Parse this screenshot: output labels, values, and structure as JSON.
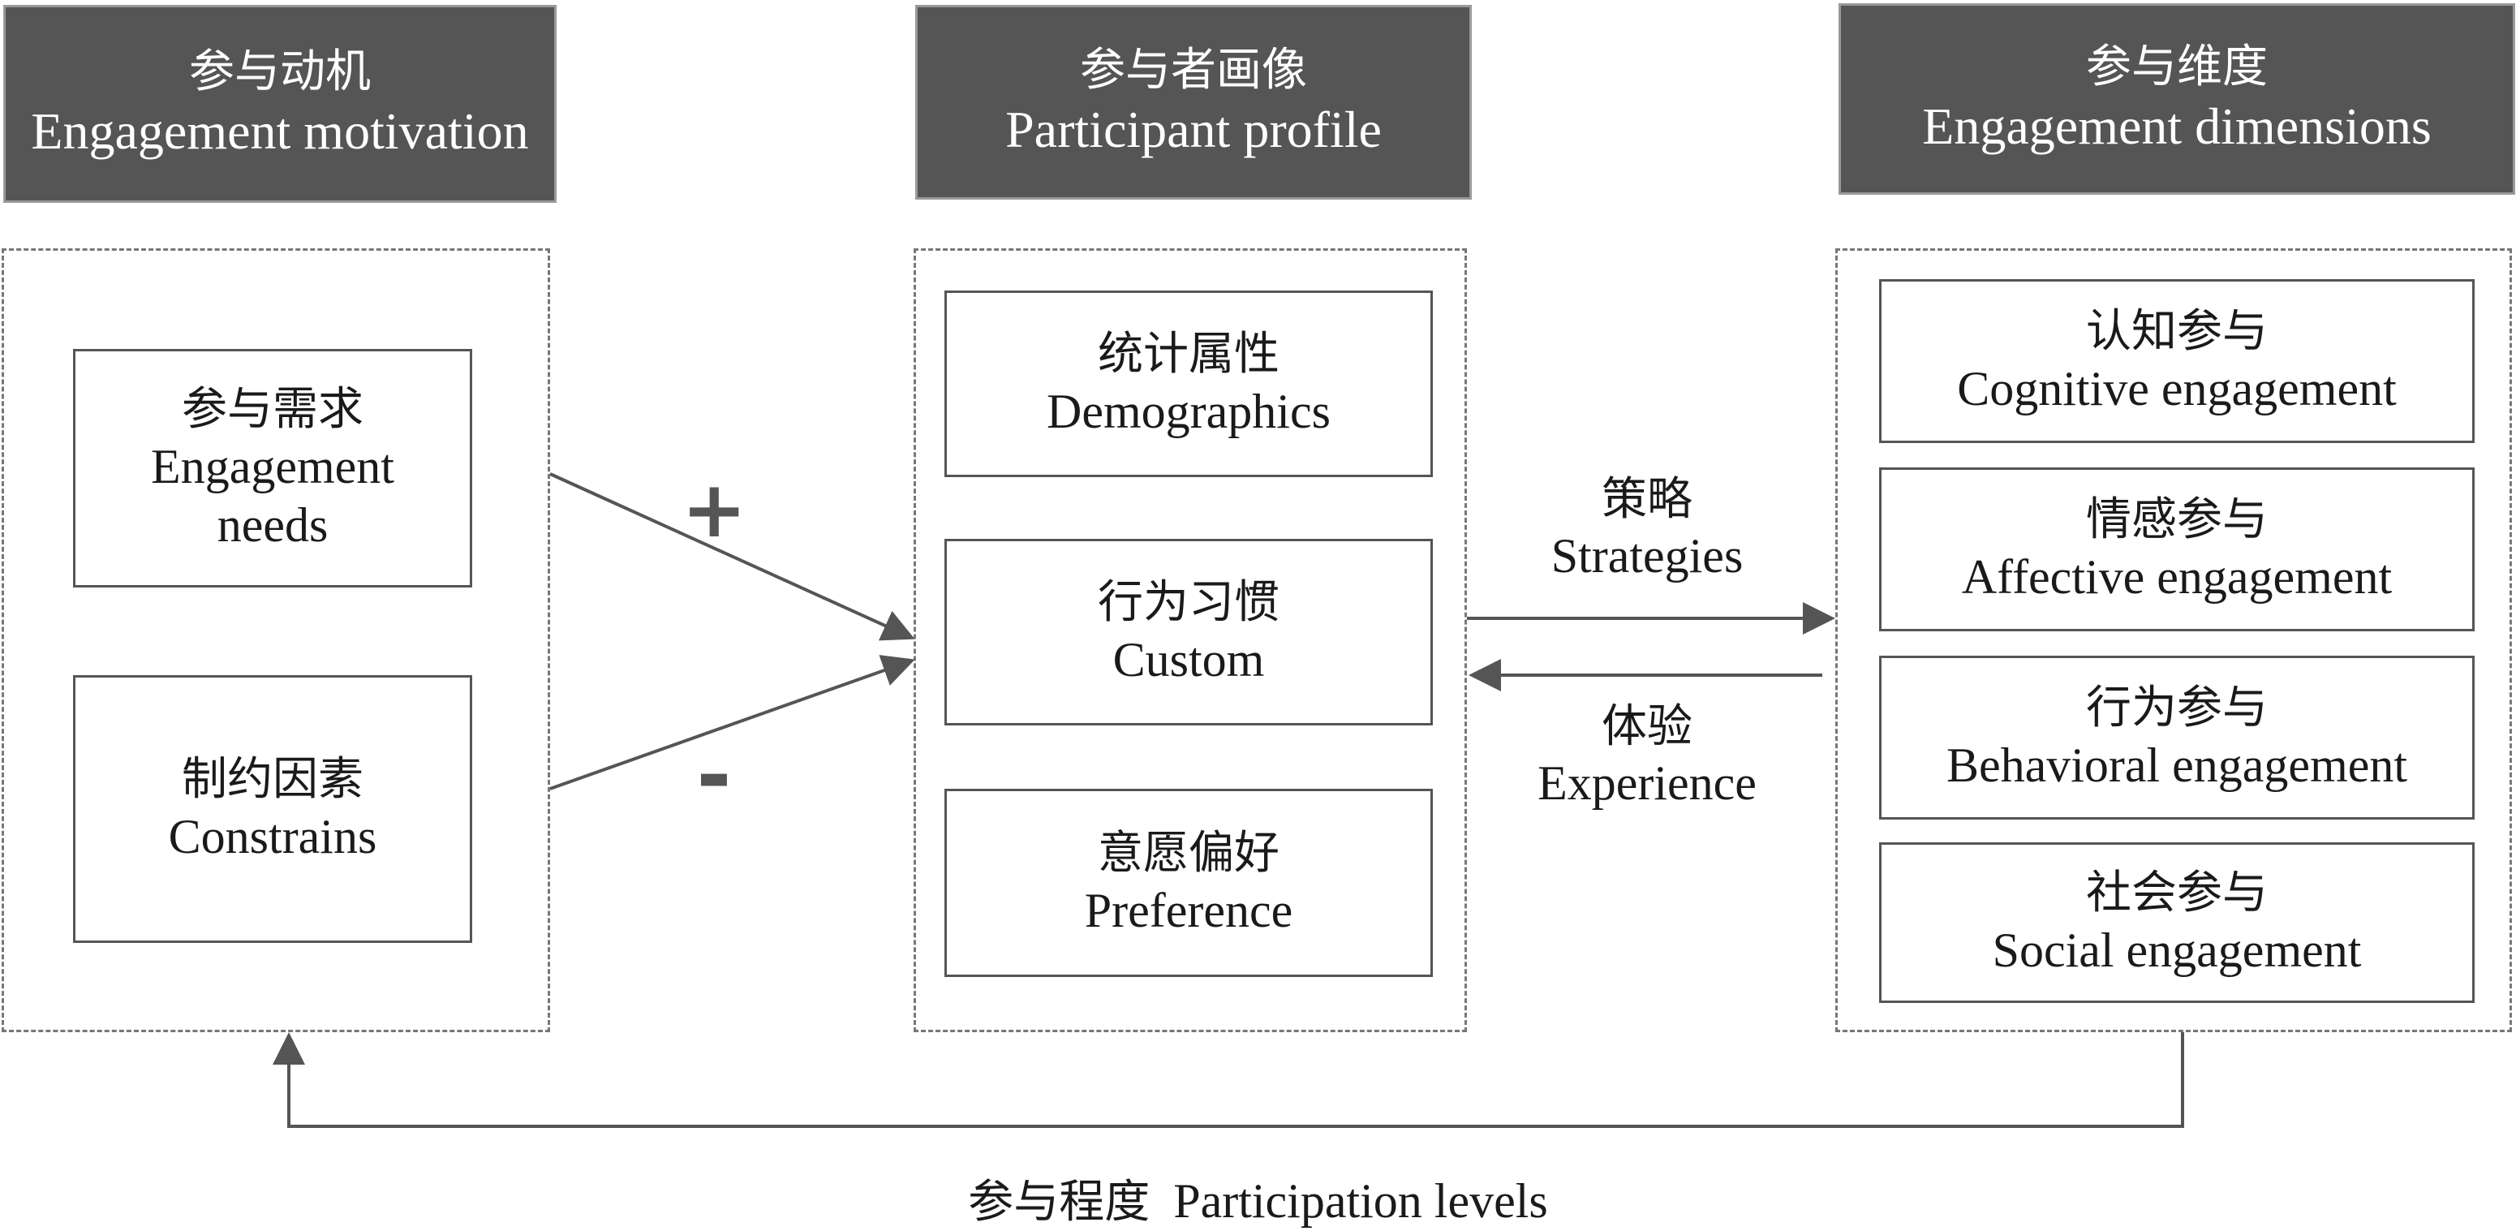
{
  "columns": {
    "motivation": {
      "header_zh": "参与动机",
      "header_en": "Engagement motivation",
      "items": [
        {
          "zh": "参与需求",
          "en_lines": [
            "Engagement",
            "needs"
          ]
        },
        {
          "zh": "制约因素",
          "en_lines": [
            "Constrains"
          ]
        }
      ]
    },
    "profile": {
      "header_zh": "参与者画像",
      "header_en": "Participant profile",
      "items": [
        {
          "zh": "统计属性",
          "en": "Demographics"
        },
        {
          "zh": "行为习惯",
          "en": "Custom"
        },
        {
          "zh": "意愿偏好",
          "en": "Preference"
        }
      ]
    },
    "dimensions": {
      "header_zh": "参与维度",
      "header_en": "Engagement dimensions",
      "items": [
        {
          "zh": "认知参与",
          "en": "Cognitive engagement"
        },
        {
          "zh": "情感参与",
          "en": "Affective engagement"
        },
        {
          "zh": "行为参与",
          "en": "Behavioral engagement"
        },
        {
          "zh": "社会参与",
          "en": "Social engagement"
        }
      ]
    }
  },
  "links": {
    "plus_symbol": "+",
    "minus_symbol": "-",
    "strategies_zh": "策略",
    "strategies_en": "Strategies",
    "experience_zh": "体验",
    "experience_en": "Experience"
  },
  "feedback": {
    "label_zh": "参与程度",
    "label_en": "Participation levels"
  },
  "colors": {
    "header_fill": "#555555",
    "header_border": "#9a9a9a",
    "line": "#555555",
    "dashed_border": "#777777"
  }
}
